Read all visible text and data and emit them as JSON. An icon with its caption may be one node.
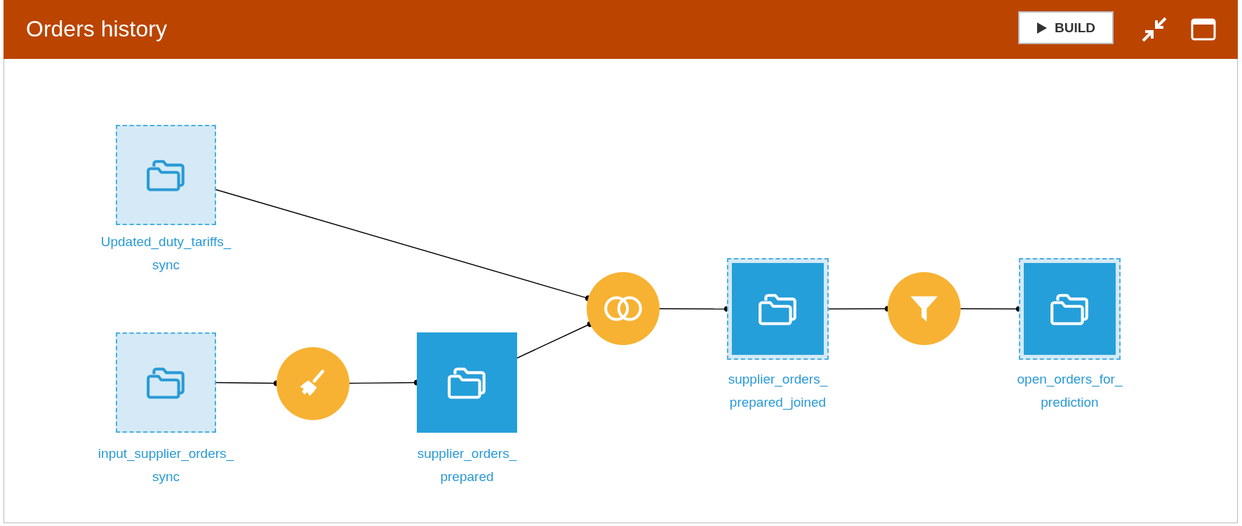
{
  "diagram": {
    "title": "Orders history",
    "nodes": [
      {
        "text": [
          "Updated_duty_tariffs_ sync"
        ]
      },
      {
        "text": [
          "input_supplier_orders_ sync"
        ]
      },
      {
        "text": [],
        "shape": "circle"
      },
      {
        "text": [
          "supplier_orders_ prepared"
        ]
      },
      {
        "text": [],
        "shape": "circle"
      },
      {
        "text": [
          "supplier_orders_ prepared_joined"
        ]
      },
      {
        "text": [],
        "shape": "circle"
      },
      {
        "text": [
          "open_orders_for_ prediction"
        ]
      }
    ],
    "edges": [
      {
        "from": 0,
        "to": 4,
        "arrow": "other"
      },
      {
        "from": 1,
        "to": 2,
        "arrow": "other"
      },
      {
        "from": 2,
        "to": 3,
        "arrow": "other"
      },
      {
        "from": 3,
        "to": 4,
        "arrow": "other"
      },
      {
        "from": 4,
        "to": 5,
        "arrow": "other"
      },
      {
        "from": 5,
        "to": 6,
        "arrow": "other"
      },
      {
        "from": 6,
        "to": 7,
        "arrow": "other"
      }
    ],
    "labels": [
      "BUILD"
    ]
  }
}
